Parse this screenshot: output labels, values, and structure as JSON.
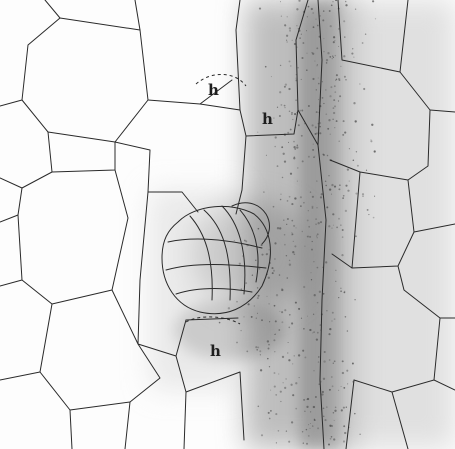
{
  "plate": {
    "labels": [
      "h",
      "h",
      "h"
    ],
    "ink_color": "#2a2a2a",
    "paper_color": "#fdfdfd",
    "shading_color": "#7a7a7a"
  }
}
